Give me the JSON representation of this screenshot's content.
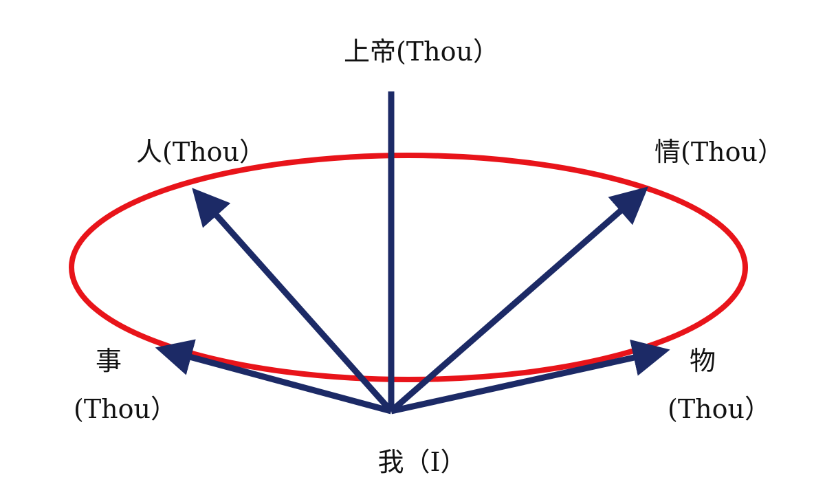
{
  "diagram": {
    "labels": {
      "god": "上帝(Thou）",
      "person": "人(Thou）",
      "emotion": "情(Thou）",
      "matter_char": "事",
      "matter_thou": "(Thou）",
      "object_char": "物",
      "object_thou": "(Thou）",
      "self": "我（I）"
    },
    "colors": {
      "ellipse": "#e8141a",
      "arrows": "#1c2a66",
      "text": "#111111"
    }
  }
}
